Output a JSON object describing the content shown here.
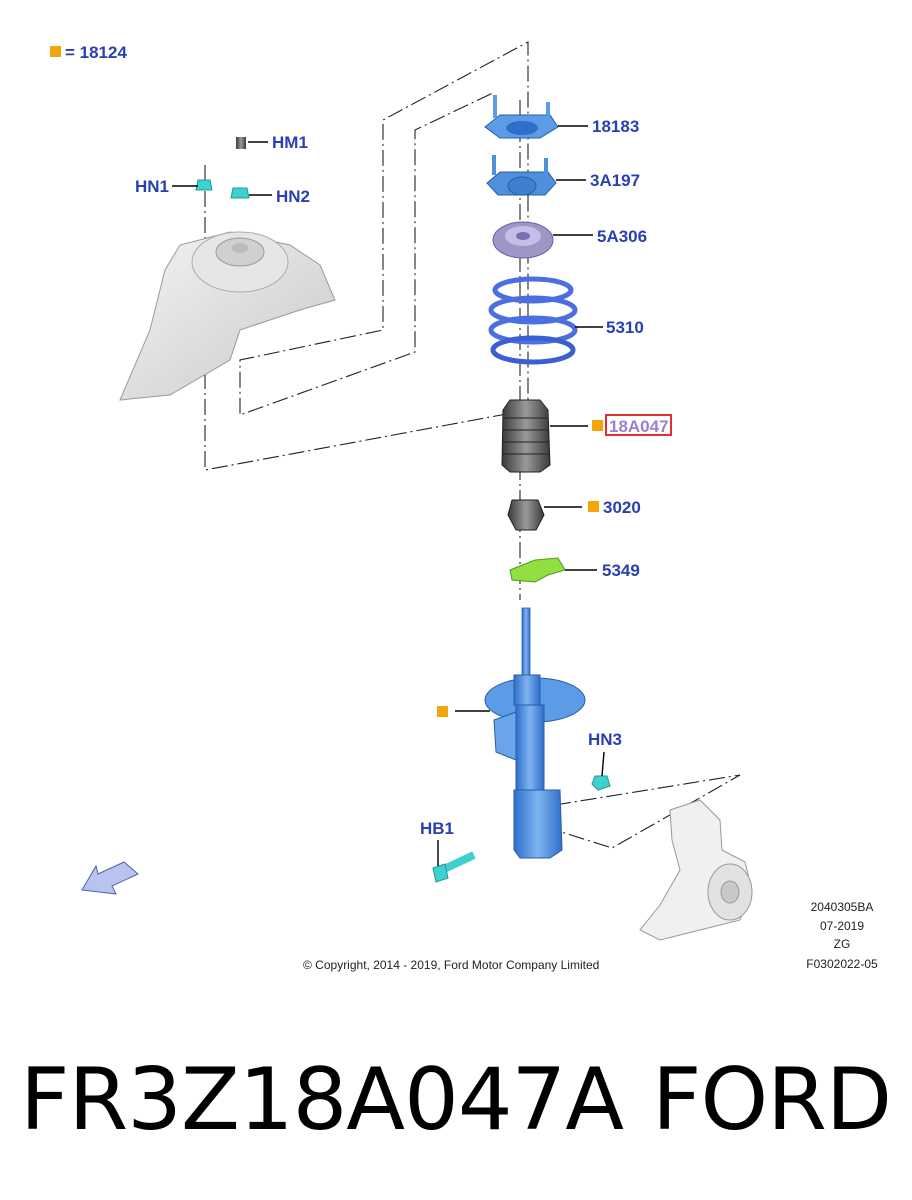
{
  "legend": {
    "key_text": "= 18124",
    "marker_color": "#f2a60c"
  },
  "labels": {
    "hm1": "HM1",
    "hn1": "HN1",
    "hn2": "HN2",
    "p18183": "18183",
    "p3a197": "3A197",
    "p5a306": "5A306",
    "p5310": "5310",
    "p18a047": "18A047",
    "p3020": "3020",
    "p5349": "5349",
    "hn3": "HN3",
    "hb1": "HB1"
  },
  "colors": {
    "label": "#2a3fb0",
    "highlight_border": "#e03030",
    "highlight_text": "#9b7fd6",
    "part_blue": "#4f8fdc",
    "spring_blue": "#4a6fe0",
    "green_part": "#8fe040",
    "cyan_fastener": "#3fd0d0"
  },
  "footer": {
    "copyright": "© Copyright, 2014 - 2019, Ford Motor Company Limited",
    "ref1": "2040305BA",
    "ref2": "07-2019",
    "ref3": "ZG",
    "ref4": "F0302022-05"
  },
  "caption": {
    "part_number": "FR3Z18A047A",
    "brand": "FORD"
  }
}
